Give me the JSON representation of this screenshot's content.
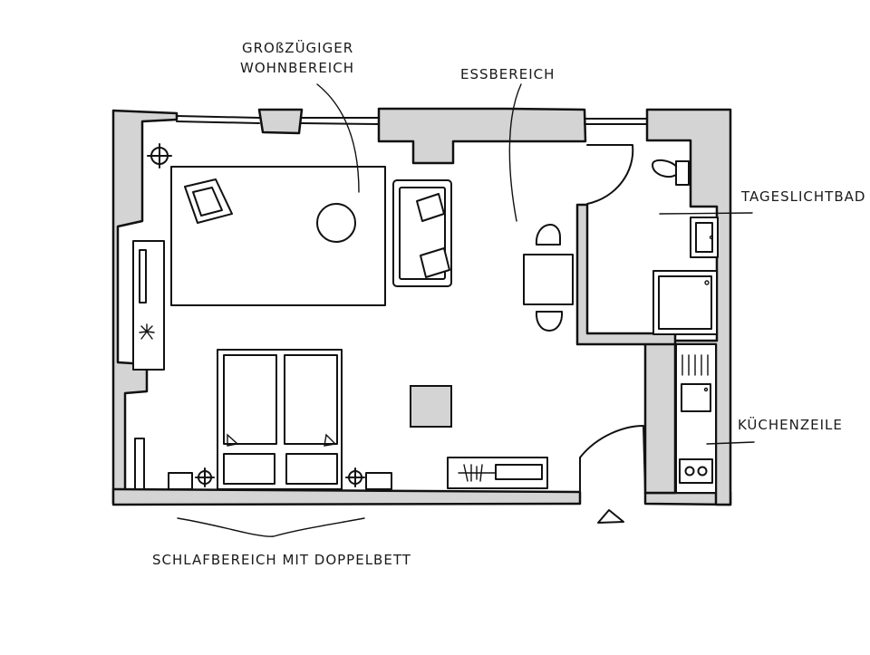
{
  "labels": {
    "living_line1": "GROßZÜGIGER",
    "living_line2": "WOHNBEREICH",
    "dining": "ESSBEREICH",
    "bath": "TAGESLICHTBAD",
    "kitchen": "KÜCHENZEILE",
    "sleeping": "SCHLAFBEREICH MIT DOPPELBETT"
  },
  "colors": {
    "wall_fill": "#d4d4d4",
    "stroke": "#111111",
    "background": "#ffffff"
  }
}
